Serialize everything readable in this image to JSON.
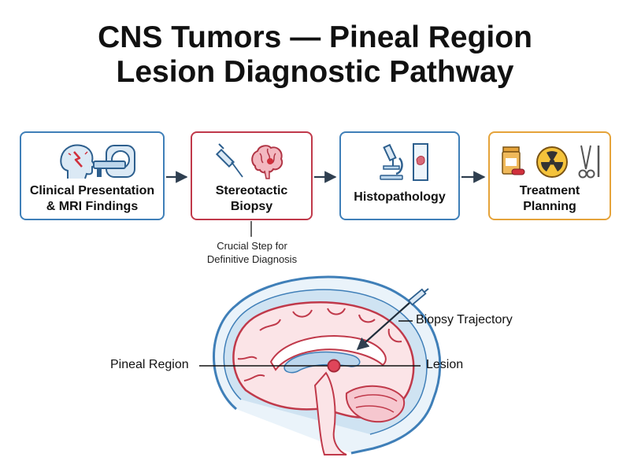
{
  "title": {
    "line1": "CNS Tumors — Pineal Region",
    "line2": "Lesion Diagnostic Pathway"
  },
  "steps": [
    {
      "line1": "Clinical Presentation",
      "line2": "& MRI Findings",
      "icons": [
        "head-symptom-icon",
        "mri-scanner-icon"
      ],
      "color": "#3f7fb8"
    },
    {
      "line1": "Stereotactic",
      "line2": "Biopsy",
      "icons": [
        "syringe-icon",
        "brain-icon"
      ],
      "color": "#c0394a"
    },
    {
      "line1": "Histopathology",
      "line2": "",
      "icons": [
        "microscope-icon",
        "slide-icon"
      ],
      "color": "#3f7fb8"
    },
    {
      "line1": "Treatment",
      "line2": "Planning",
      "icons": [
        "medication-icon",
        "radiation-icon",
        "surgical-tools-icon"
      ],
      "color": "#e5a33a"
    }
  ],
  "callout": {
    "line1": "Crucial Step for",
    "line2": "Definitive Diagnosis"
  },
  "brain_labels": {
    "biopsy_trajectory": "Biopsy Trajectory",
    "pineal_region": "Pineal Region",
    "lesion": "Lesion"
  },
  "colors": {
    "blue": "#3f7fb8",
    "red": "#c0394a",
    "orange": "#e5a33a",
    "light_blue": "#cfe3f2"
  }
}
